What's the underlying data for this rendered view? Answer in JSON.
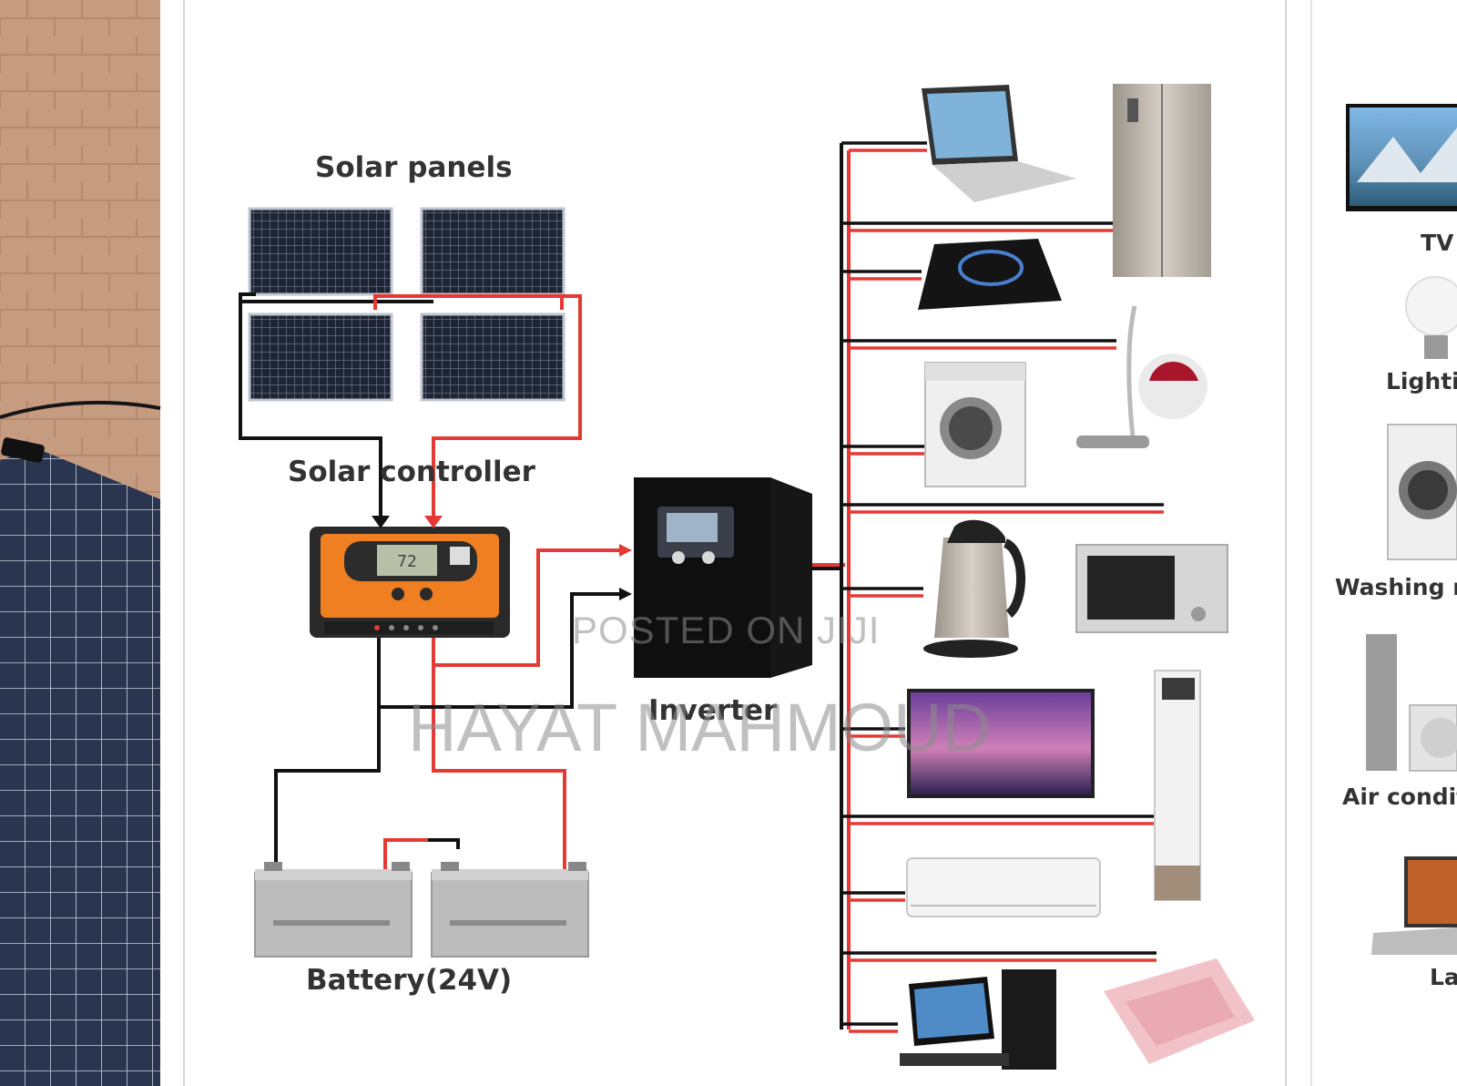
{
  "diagram": {
    "labels": {
      "solar_panels": "Solar panels",
      "solar_controller": "Solar controller",
      "inverter": "Inverter",
      "battery": "Battery(24V)"
    },
    "side_labels": [
      "TV",
      "Lighti",
      "Washing n",
      "Air condit",
      "Lapt"
    ],
    "watermark": {
      "line1": "POSTED ON JIJI",
      "line2": "HAYAT MAHMOUD"
    },
    "appliances": [
      "laptop",
      "refrigerator",
      "induction-cooker",
      "vacuum-cleaner",
      "washing-machine",
      "microwave",
      "kettle",
      "television",
      "tower-air-conditioner",
      "split-air-conditioner",
      "desktop-computer",
      "electric-blanket"
    ],
    "colors": {
      "positive_wire": "#e53935",
      "negative_wire": "#111111",
      "controller_orange": "#f07f22",
      "roof": "#c9a084",
      "panel_cells": "#1c2434"
    }
  }
}
